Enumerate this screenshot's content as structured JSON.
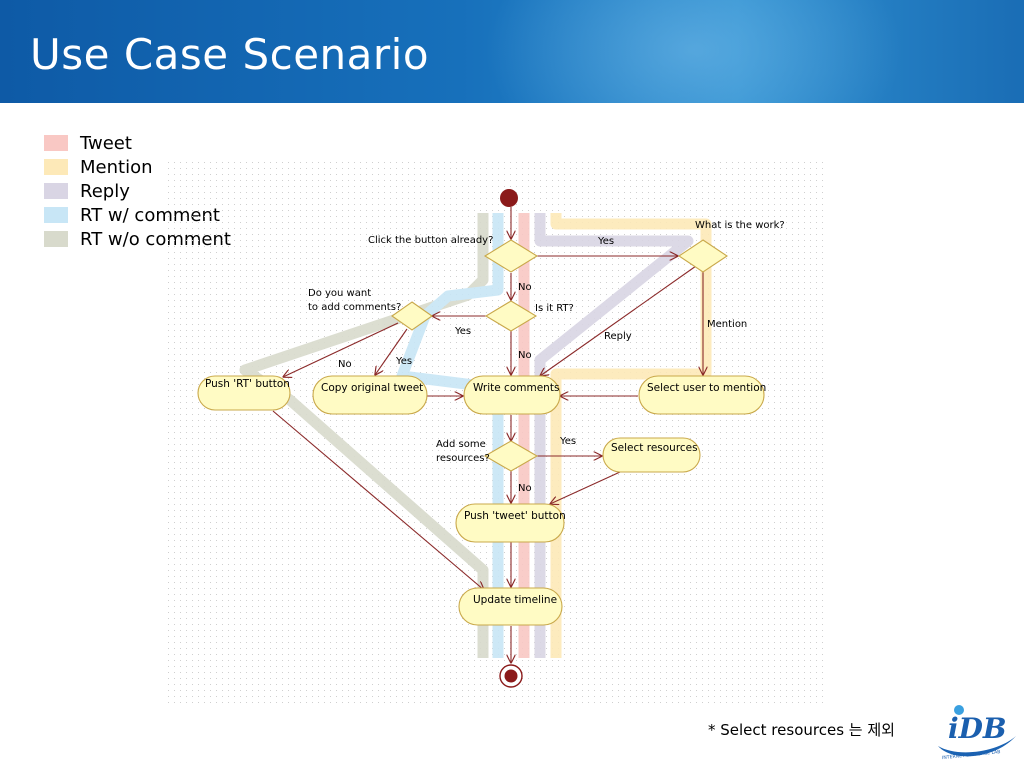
{
  "slide": {
    "title": "Use Case Scenario",
    "footnote": "* Select resources 는 제외"
  },
  "legend": [
    {
      "label": "Tweet",
      "color": "#f9c8c4"
    },
    {
      "label": "Mention",
      "color": "#fde9b8"
    },
    {
      "label": "Reply",
      "color": "#d9d5e4"
    },
    {
      "label": "RT w/ comment",
      "color": "#c8e6f6"
    },
    {
      "label": "RT w/o comment",
      "color": "#d8dacc"
    }
  ],
  "diagram": {
    "nodes": {
      "push_rt": "Push 'RT' button",
      "copy_tweet": "Copy original tweet",
      "write_comments": "Write comments",
      "select_user": "Select user to mention",
      "select_resources": "Select resources",
      "push_tweet": "Push 'tweet' button",
      "update_timeline": "Update timeline"
    },
    "labels": {
      "click_already": "Click the button already?",
      "what_work": "What is the work?",
      "want_comments_1": "Do you want",
      "want_comments_2": "to add comments?",
      "is_rt": "Is it RT?",
      "add_resources_1": "Add some",
      "add_resources_2": "resources?",
      "yes_1": "Yes",
      "no_1": "No",
      "yes_2": "Yes",
      "no_2": "No",
      "no_3": "No",
      "yes_3": "Yes",
      "reply": "Reply",
      "mention": "Mention",
      "yes_4": "Yes",
      "no_4": "No"
    },
    "colors": {
      "node_fill": "#fffbc4",
      "node_stroke": "#c9a84a",
      "arrow": "#8b2a2a",
      "start_dot": "#8b1a1a",
      "grid_dot": "#cfcfcf"
    }
  },
  "logo": {
    "text": "iDB",
    "subtext": "INTERNET DATABASE LAB"
  }
}
